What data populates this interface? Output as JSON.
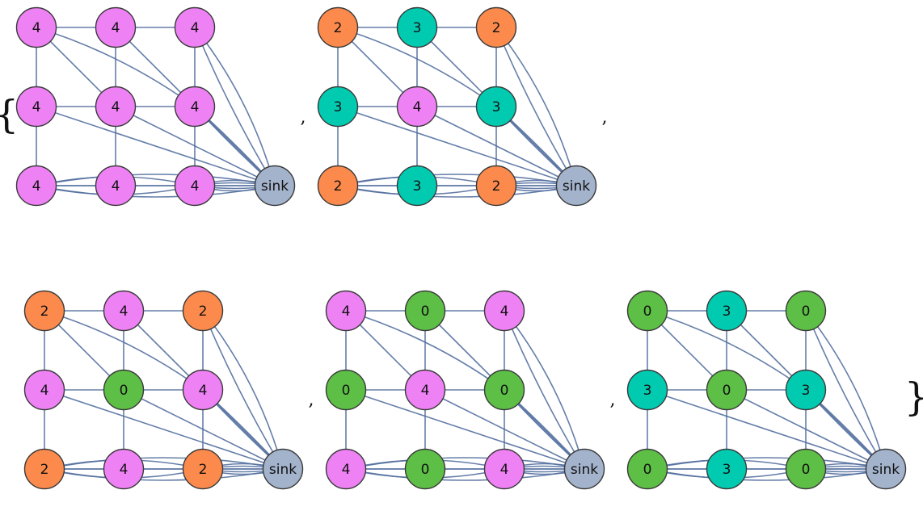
{
  "title": "Sandpile configurations on a 3x3 grid graph with sink",
  "palette": {
    "0": "#5dbf45",
    "2": "#fc8a4c",
    "3": "#00cbb1",
    "4": "#ee82f5",
    "sink": "#a3b3cc",
    "edge": "#5470a0"
  },
  "sink_label": "sink",
  "open_brace": "{",
  "close_brace": "}",
  "separator": ",",
  "graphs": [
    {
      "name": "graph-1",
      "values": [
        [
          4,
          4,
          4
        ],
        [
          4,
          4,
          4
        ],
        [
          4,
          4,
          4
        ]
      ]
    },
    {
      "name": "graph-2",
      "values": [
        [
          2,
          3,
          2
        ],
        [
          3,
          4,
          3
        ],
        [
          2,
          3,
          2
        ]
      ]
    },
    {
      "name": "graph-3",
      "values": [
        [
          2,
          4,
          2
        ],
        [
          4,
          0,
          4
        ],
        [
          2,
          4,
          2
        ]
      ]
    },
    {
      "name": "graph-4",
      "values": [
        [
          4,
          0,
          4
        ],
        [
          0,
          4,
          0
        ],
        [
          4,
          0,
          4
        ]
      ]
    },
    {
      "name": "graph-5",
      "values": [
        [
          0,
          3,
          0
        ],
        [
          3,
          0,
          3
        ],
        [
          0,
          3,
          0
        ]
      ]
    }
  ]
}
